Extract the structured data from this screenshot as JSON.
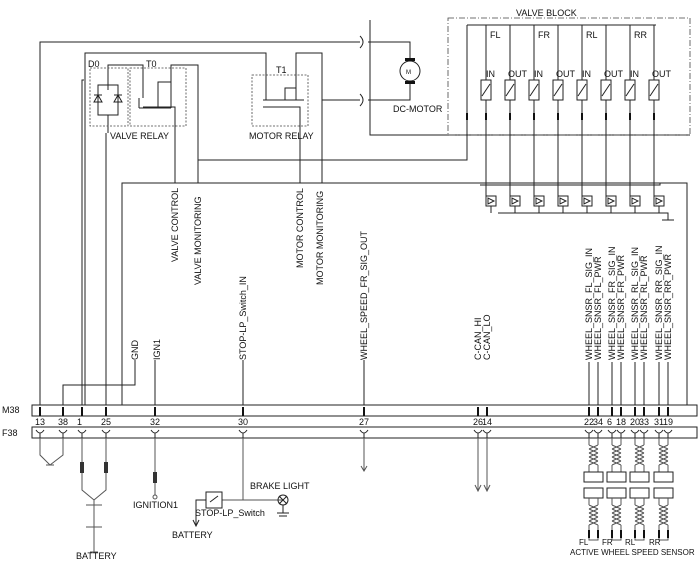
{
  "connectors": {
    "m38": "M38",
    "f38": "F38"
  },
  "pins": [
    "13",
    "38",
    "1",
    "25",
    "32",
    "30",
    "27",
    "26",
    "14",
    "22",
    "34",
    "6",
    "18",
    "20",
    "33",
    "31",
    "19"
  ],
  "ecu_signals": {
    "gnd": "GND",
    "ign1": "IGN1",
    "valve_control": "VALVE CONTROL",
    "valve_monitoring": "VALVE MONITORING",
    "stop_lp_in": "STOP-LP_Switch_IN",
    "motor_control": "MOTOR CONTROL",
    "motor_monitoring": "MOTOR MONITORING",
    "wheel_speed_out": "WHEEL_SPEED_FR_SIG_OUT",
    "can_hi": "C-CAN_HI",
    "can_lo": "C-CAN_LO",
    "wheel": [
      "WHEEL_SNSR_FL_SIG_IN",
      "WHEEL_SNSR_FL_PWR",
      "WHEEL_SNSR_FR_SIG_IN",
      "WHEEL_SNSR_FR_PWR",
      "WHEEL_SNSR_RL_SIG_IN",
      "WHEEL_SNSR_RL_PWR",
      "WHEEL_SNSR_RR_SIG_IN",
      "WHEEL_SNSR_RR_PWR"
    ]
  },
  "relays": {
    "d0": "D0",
    "t0": "T0",
    "t1": "T1",
    "valve_relay": "VALVE RELAY",
    "motor_relay": "MOTOR RELAY"
  },
  "motor": {
    "label": "DC-MOTOR",
    "symbol": "M"
  },
  "valve_block": {
    "title": "VALVE BLOCK",
    "wheels": [
      "FL",
      "FR",
      "RL",
      "RR"
    ],
    "valves": [
      "IN",
      "OUT",
      "IN",
      "OUT",
      "IN",
      "OUT",
      "IN",
      "OUT"
    ]
  },
  "external": {
    "battery": "BATTERY",
    "ignition": "IGNITION1",
    "battery2": "BATTERY",
    "stop_switch": "STOP-LP_Switch",
    "brake_light": "BRAKE LIGHT",
    "sensors": [
      "FL",
      "FR",
      "RL",
      "RR"
    ],
    "sensor_title": "ACTIVE WHEEL SPEED SENSOR"
  }
}
